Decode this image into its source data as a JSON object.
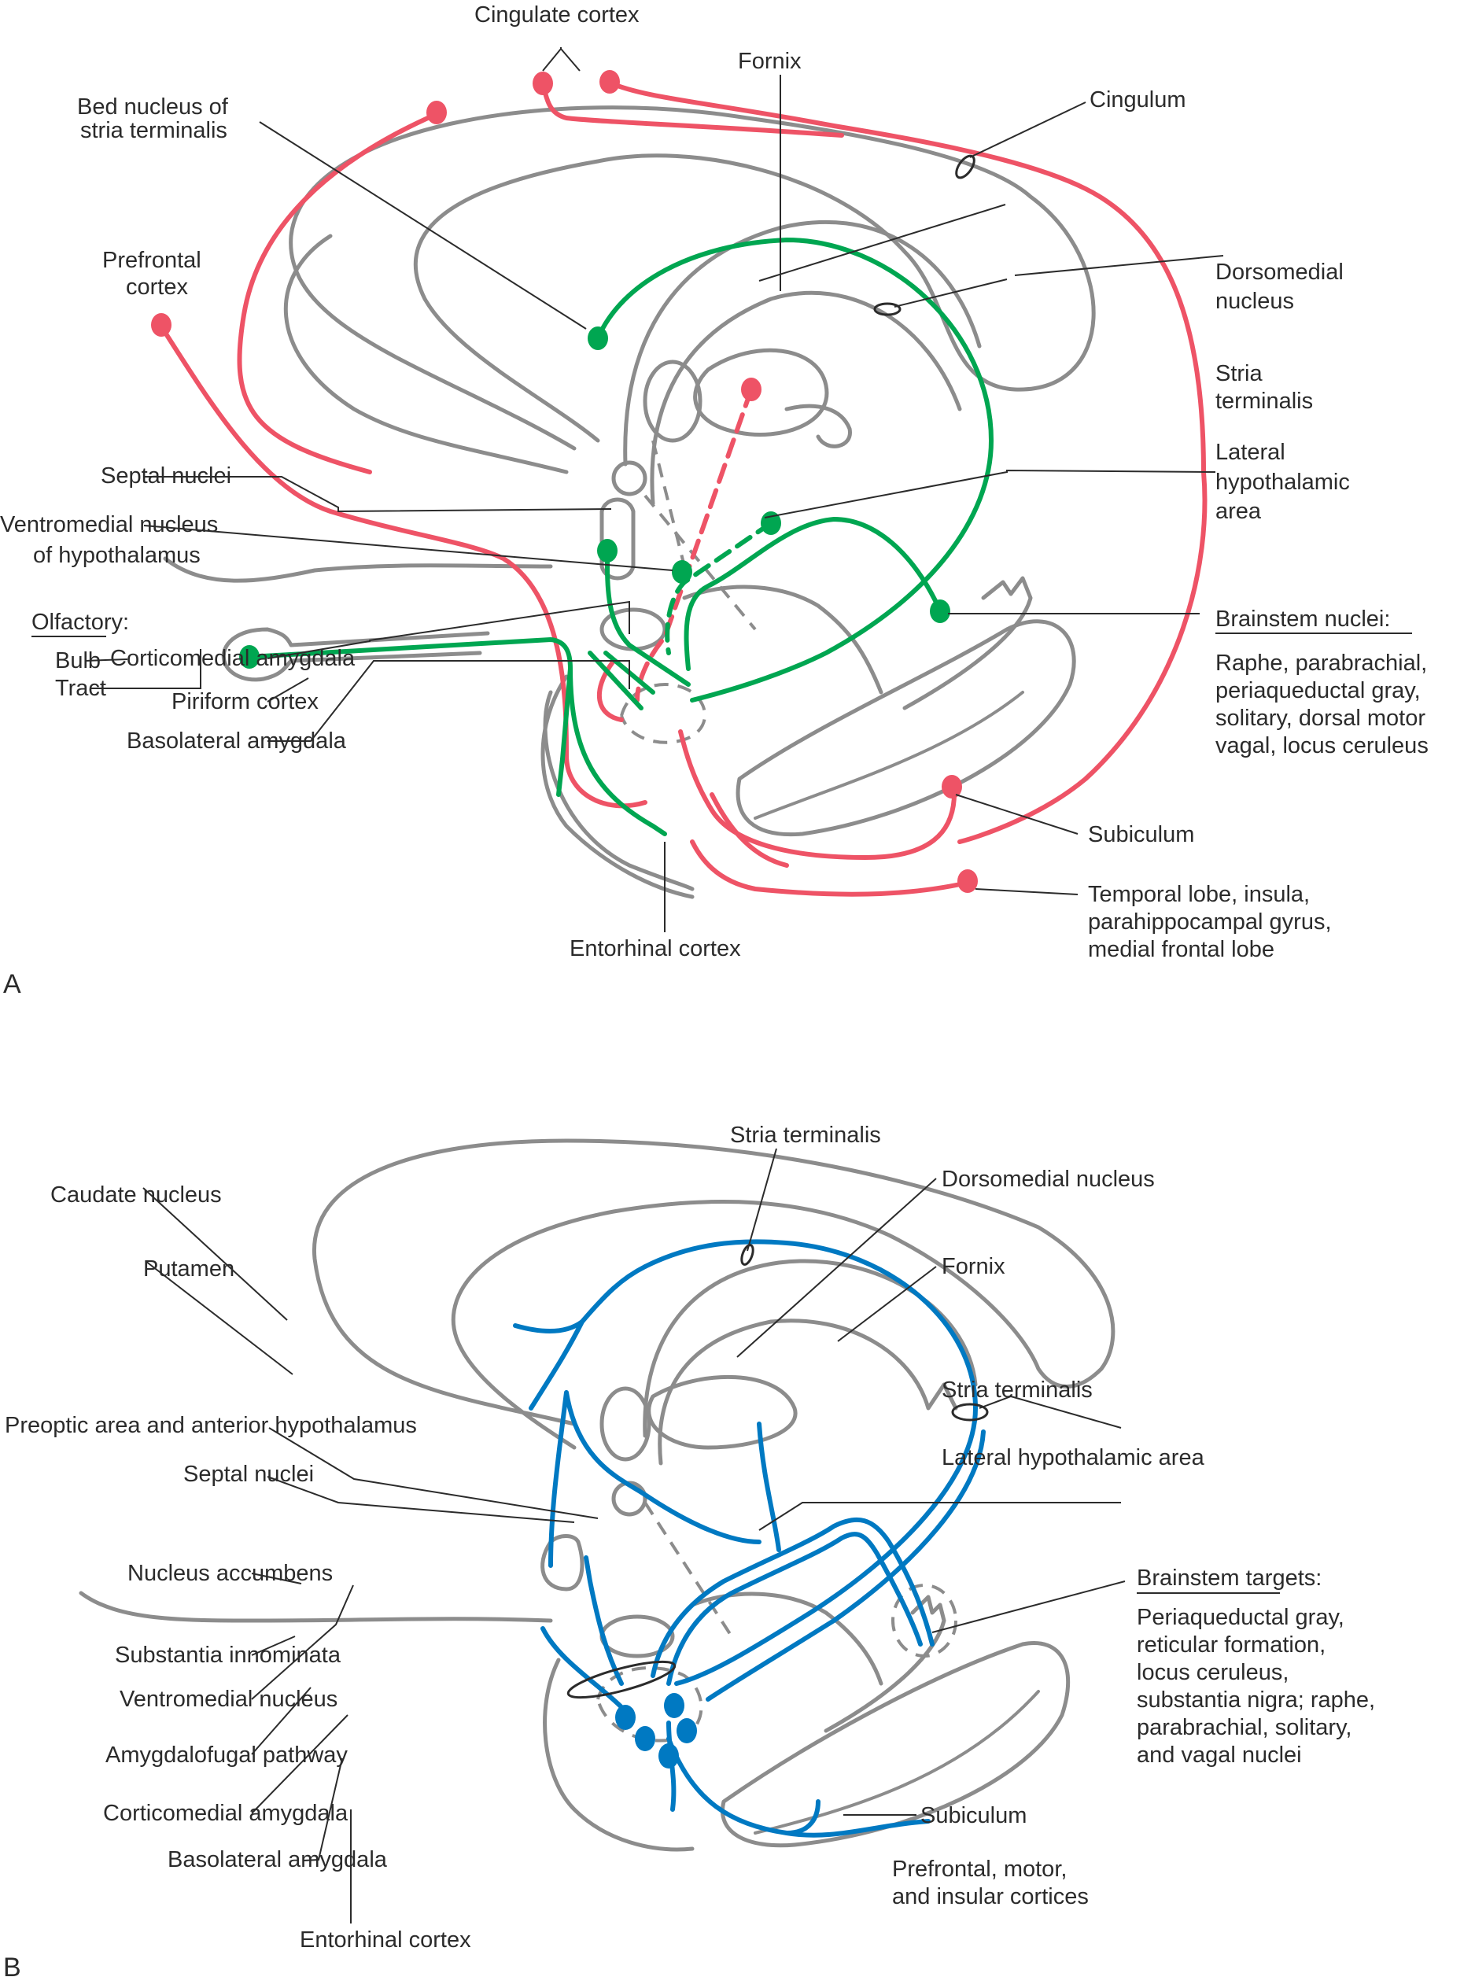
{
  "colors": {
    "afferent": "#ee5366",
    "olfactory_afferent": "#00a651",
    "efferent": "#0079c2",
    "anatomy": "#8c8c8c",
    "text": "#2b2b2b"
  },
  "panel_a": {
    "letter": "A",
    "labels": {
      "cingulate_cortex": "Cingulate cortex",
      "fornix": "Fornix",
      "cingulum": "Cingulum",
      "bed_nucleus_1": "Bed nucleus of",
      "bed_nucleus_2": "stria terminalis",
      "prefrontal_1": "Prefrontal",
      "prefrontal_2": "cortex",
      "dorsomedial_1": "Dorsomedial",
      "dorsomedial_2": "nucleus",
      "stria_1": "Stria",
      "stria_2": "terminalis",
      "lateral_hypo_1": "Lateral",
      "lateral_hypo_2": "hypothalamic",
      "lateral_hypo_3": "area",
      "septal_nuclei": "Septal nuclei",
      "ventromedial_1": "Ventromedial nucleus",
      "ventromedial_2": "of hypothalamus",
      "olfactory_heading": "Olfactory:",
      "bulb": "Bulb",
      "tract": "Tract",
      "brainstem_heading": "Brainstem nuclei:",
      "brainstem_list": [
        "Raphe, parabrachial,",
        "periaqueductal gray,",
        "solitary, dorsal motor",
        "vagal, locus ceruleus"
      ],
      "corticomedial": "Corticomedial amygdala",
      "piriform": "Piriform cortex",
      "basolateral": "Basolateral amygdala",
      "subiculum": "Subiculum",
      "entorhinal": "Entorhinal cortex",
      "temporal_list": [
        "Temporal lobe, insula,",
        "parahippocampal gyrus,",
        "medial frontal lobe"
      ]
    }
  },
  "panel_b": {
    "letter": "B",
    "labels": {
      "stria_top": "Stria terminalis",
      "caudate": "Caudate nucleus",
      "dorsomedial": "Dorsomedial nucleus",
      "putamen": "Putamen",
      "fornix": "Fornix",
      "stria_right": "Stria terminalis",
      "preoptic": "Preoptic area and anterior hypothalamus",
      "septal": "Septal nuclei",
      "lateral_hypo": "Lateral hypothalamic area",
      "accumbens": "Nucleus accumbens",
      "brainstem_heading": "Brainstem targets:",
      "brainstem_list": [
        "Periaqueductal gray,",
        "reticular formation,",
        "locus ceruleus,",
        "substantia nigra; raphe,",
        "parabrachial, solitary,",
        "and vagal nuclei"
      ],
      "innominata": "Substantia innominata",
      "ventromedial": "Ventromedial nucleus",
      "amygdalofugal": "Amygdalofugal pathway",
      "corticomedial": "Corticomedial amygdala",
      "subiculum": "Subiculum",
      "basolateral": "Basolateral amygdala",
      "cortices_1": "Prefrontal, motor,",
      "cortices_2": "and insular cortices",
      "entorhinal": "Entorhinal cortex"
    }
  }
}
